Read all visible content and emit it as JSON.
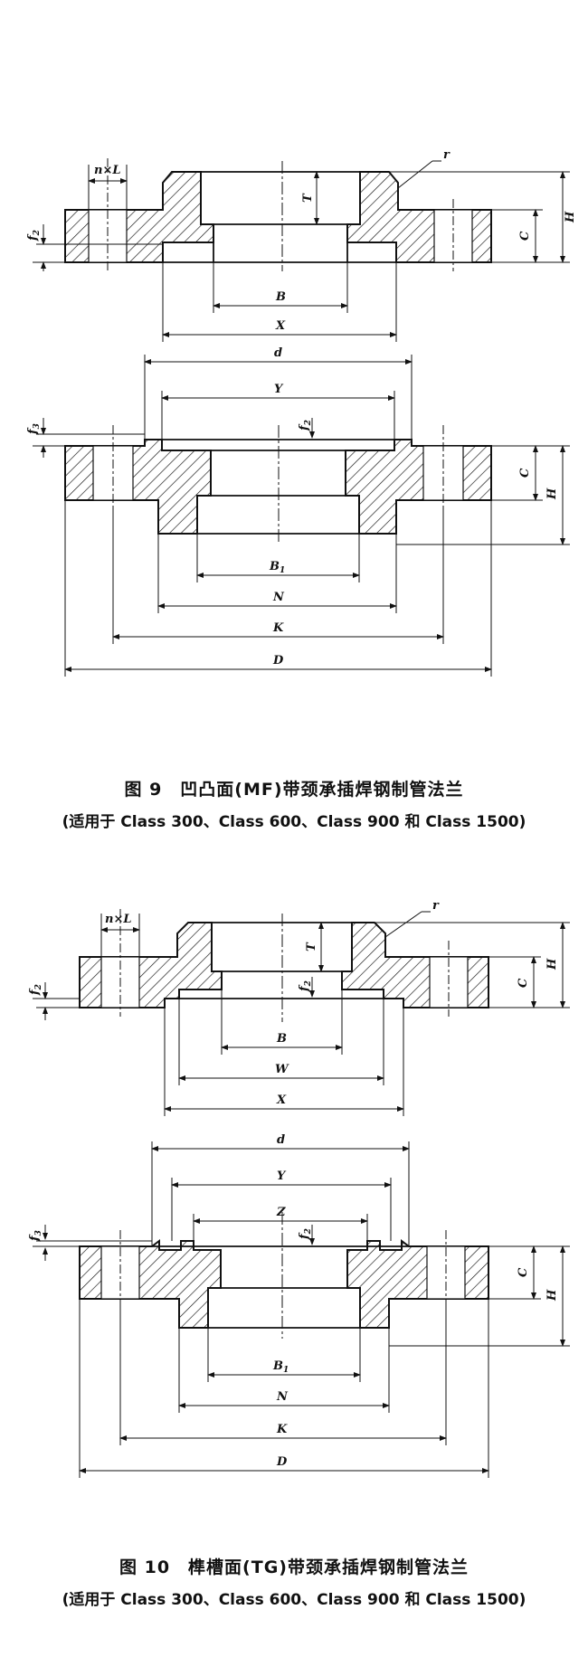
{
  "figure9": {
    "title": "图 9　凹凸面(MF)带颈承插焊钢制管法兰",
    "subtitle": "(适用于 Class 300、Class 600、Class 900 和 Class 1500)",
    "labels": {
      "nL": "n×L",
      "r": "r",
      "T": "T",
      "H": "H",
      "C": "C",
      "f": "f",
      "f_sub": "2",
      "B": "B",
      "X": "X",
      "d": "d",
      "Y": "Y",
      "f3": "f",
      "f3_sub": "3",
      "B1": "B",
      "B1_sub": "1",
      "N": "N",
      "K": "K",
      "D": "D",
      "C2": "C",
      "H2": "H",
      "f2b": "f",
      "f2b_sub": "2"
    }
  },
  "figure10": {
    "title": "图 10　榫槽面(TG)带颈承插焊钢制管法兰",
    "subtitle": "(适用于 Class 300、Class 600、Class 900 和 Class 1500)",
    "labels": {
      "nL": "n×L",
      "r": "r",
      "T": "T",
      "H": "H",
      "C": "C",
      "f": "f",
      "f_sub": "2",
      "B": "B",
      "W": "W",
      "X": "X",
      "d": "d",
      "Y": "Y",
      "Z": "Z",
      "f3": "f",
      "f3_sub": "3",
      "f2b": "f",
      "f2b_sub": "2",
      "B1": "B",
      "B1_sub": "1",
      "N": "N",
      "K": "K",
      "D": "D",
      "C2": "C",
      "H2": "H"
    }
  }
}
